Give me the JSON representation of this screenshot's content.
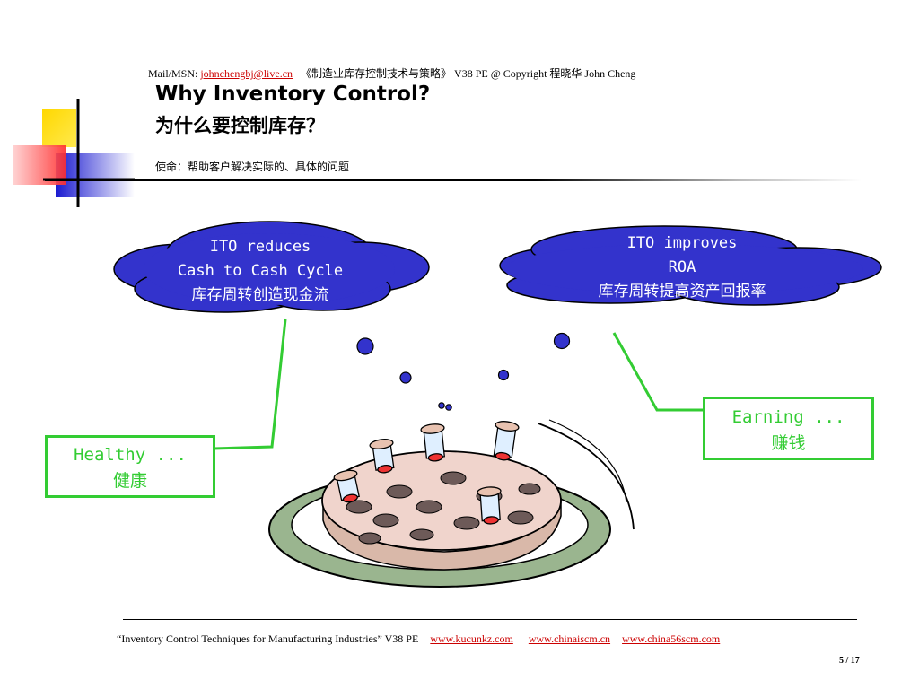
{
  "header": {
    "prefix": "Mail/MSN: ",
    "email": "johnchengbj@live.cn",
    "suffix": "《制造业库存控制技术与策略》 V38 PE @ Copyright 程晓华 John Cheng"
  },
  "title": {
    "en": "Why Inventory Control?",
    "zh": "为什么要控制库存？"
  },
  "mission": "使命：帮助客户解决实际的、具体的问题",
  "clouds": {
    "left": {
      "line1": "ITO reduces",
      "line2": "Cash to Cash Cycle",
      "line3": "库存周转创造现金流"
    },
    "right": {
      "line1": "ITO improves",
      "line2": "ROA",
      "line3": "库存周转提高资产回报率"
    }
  },
  "boxes": {
    "healthy": {
      "en": "Healthy ...",
      "zh": "健康"
    },
    "earning": {
      "en": "Earning ...",
      "zh": "赚钱"
    }
  },
  "footer": {
    "text": "“Inventory Control Techniques for Manufacturing Industries” V38 PE",
    "links": [
      "www.kucunkz.com",
      "www.chinaiscm.cn",
      "www.china56scm.com"
    ]
  },
  "page": "5 / 17",
  "colors": {
    "cloud": "#3333cc",
    "green": "#33cc33",
    "link": "#cc0000"
  }
}
